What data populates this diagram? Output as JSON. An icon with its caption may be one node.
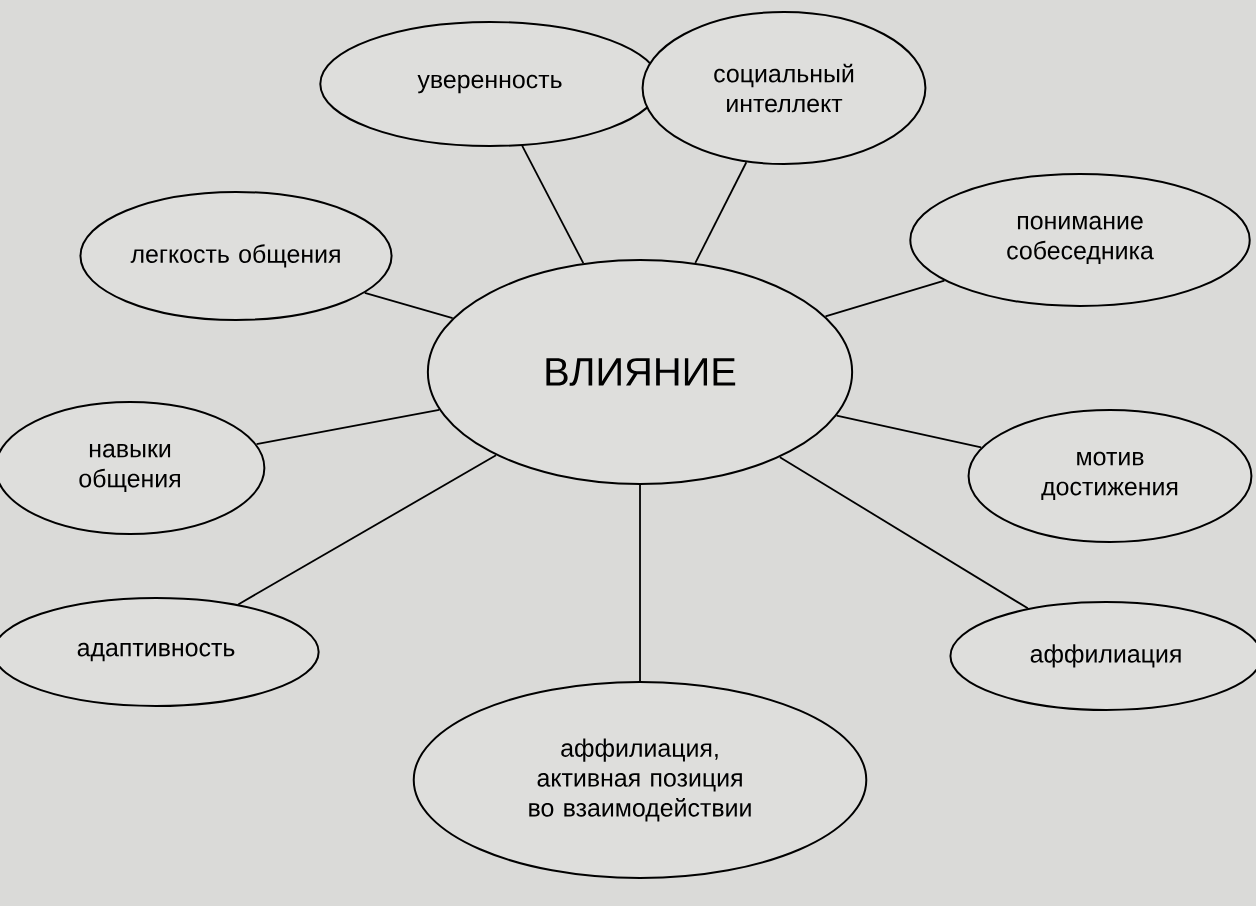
{
  "diagram": {
    "nodes": [
      {
        "text": [
          "ВЛИЯНИЕ"
        ]
      },
      {
        "text": [
          "уверенность"
        ]
      },
      {
        "text": [
          "социальный интеллект"
        ]
      },
      {
        "text": [
          "легкость общения"
        ]
      },
      {
        "text": [
          "понимание собеседника"
        ]
      },
      {
        "text": [
          "навыки общения"
        ]
      },
      {
        "text": [
          "мотив достижения"
        ]
      },
      {
        "text": [
          "адаптивность"
        ]
      },
      {
        "text": [
          "аффилиация"
        ]
      },
      {
        "text": [
          "аффилиация, активная позиция во взаимодействии"
        ]
      }
    ],
    "edges": [
      {
        "from": 0,
        "to": 1,
        "arrow": "none"
      },
      {
        "from": 0,
        "to": 2,
        "arrow": "none"
      },
      {
        "from": 0,
        "to": 3,
        "arrow": "none"
      },
      {
        "from": 0,
        "to": 4,
        "arrow": "none"
      },
      {
        "from": 0,
        "to": 5,
        "arrow": "none"
      },
      {
        "from": 0,
        "to": 6,
        "arrow": "none"
      },
      {
        "from": 0,
        "to": 7,
        "arrow": "none"
      },
      {
        "from": 0,
        "to": 8,
        "arrow": "none"
      },
      {
        "from": 0,
        "to": 9,
        "arrow": "none"
      }
    ]
  }
}
